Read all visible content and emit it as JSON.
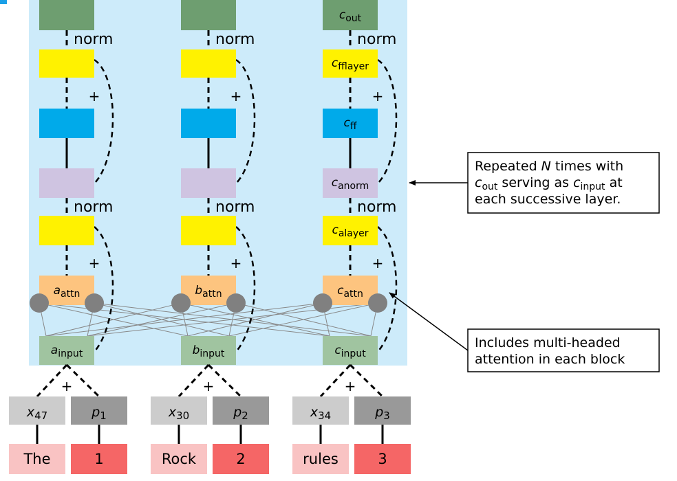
{
  "columns": [
    {
      "out": {
        "base": "",
        "sub": ""
      },
      "fflayer": {
        "base": "",
        "sub": ""
      },
      "ff": {
        "base": "",
        "sub": ""
      },
      "anorm": {
        "base": "",
        "sub": ""
      },
      "alayer": {
        "base": "",
        "sub": ""
      },
      "attn": {
        "base": "a",
        "sub": "attn"
      },
      "input": {
        "base": "a",
        "sub": "input"
      },
      "x": {
        "base": "x",
        "sub": "47"
      },
      "p": {
        "base": "p",
        "sub": "1"
      },
      "word": "The",
      "pos": "1"
    },
    {
      "out": {
        "base": "",
        "sub": ""
      },
      "fflayer": {
        "base": "",
        "sub": ""
      },
      "ff": {
        "base": "",
        "sub": ""
      },
      "anorm": {
        "base": "",
        "sub": ""
      },
      "alayer": {
        "base": "",
        "sub": ""
      },
      "attn": {
        "base": "b",
        "sub": "attn"
      },
      "input": {
        "base": "b",
        "sub": "input"
      },
      "x": {
        "base": "x",
        "sub": "30"
      },
      "p": {
        "base": "p",
        "sub": "2"
      },
      "word": "Rock",
      "pos": "2"
    },
    {
      "out": {
        "base": "c",
        "sub": "out"
      },
      "fflayer": {
        "base": "c",
        "sub": "fflayer"
      },
      "ff": {
        "base": "c",
        "sub": "ff"
      },
      "anorm": {
        "base": "c",
        "sub": "anorm"
      },
      "alayer": {
        "base": "c",
        "sub": "alayer"
      },
      "attn": {
        "base": "c",
        "sub": "attn"
      },
      "input": {
        "base": "c",
        "sub": "input"
      },
      "x": {
        "base": "x",
        "sub": "34"
      },
      "p": {
        "base": "p",
        "sub": "3"
      },
      "word": "rules",
      "pos": "3"
    }
  ],
  "norm_label": "norm",
  "plus_sign": "+",
  "note_repeat": {
    "line1_pre": "Repeated ",
    "line1_var": "N",
    "line1_post": " times with",
    "line2_a_base": "c",
    "line2_a_sub": "out",
    "line2_mid": " serving as ",
    "line2_b_base": "c",
    "line2_b_sub": "input",
    "line2_post": " at",
    "line3": "each successive layer."
  },
  "note_attention": {
    "line1": "Includes multi-headed",
    "line2": "attention in each block"
  },
  "colors": {
    "panel": "#cdebfa",
    "out": "#6e9e70",
    "layer": "#fff200",
    "ff": "#00aaea",
    "anorm": "#cfc4e1",
    "attn": "#fdc47f",
    "input": "#a0c4a0",
    "head": "#808080",
    "x": "#cccccc",
    "p": "#999999",
    "word": "#f9c3c3",
    "pos": "#f56666"
  }
}
